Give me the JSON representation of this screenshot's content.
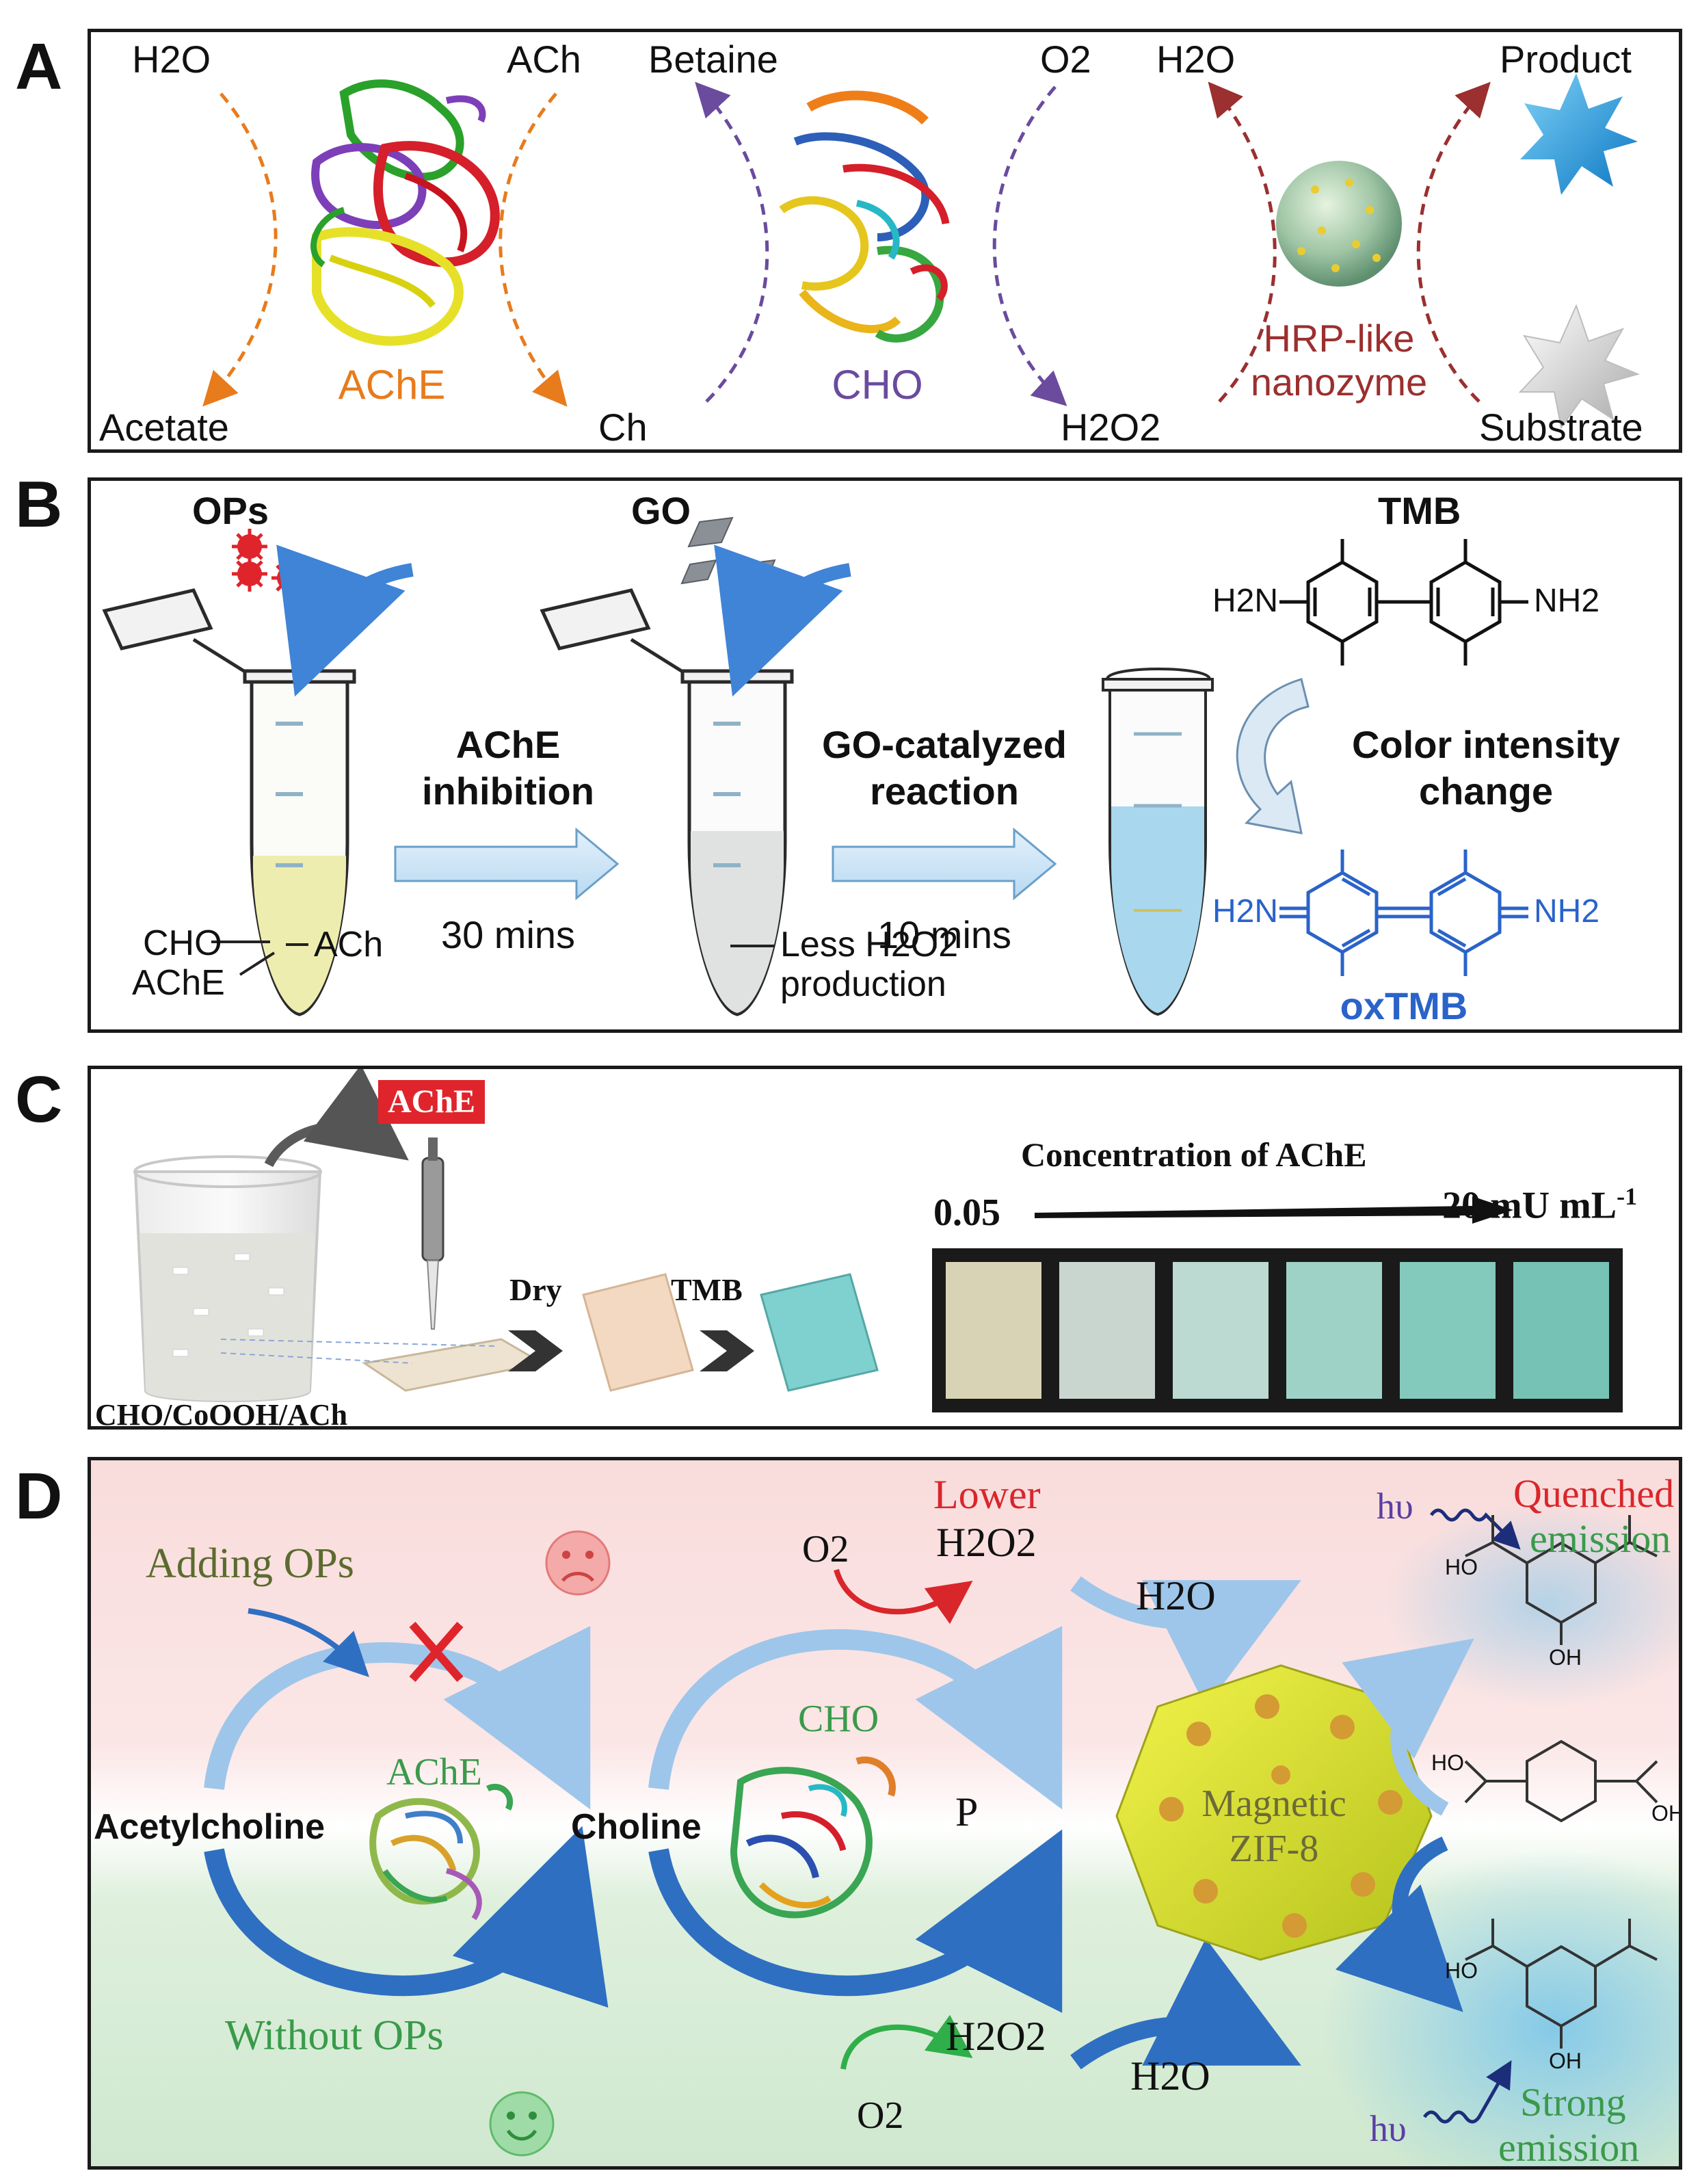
{
  "panels": {
    "a": {
      "letter": "A",
      "ache": {
        "left_top": "H2O",
        "right_top": "ACh",
        "left_bottom": "Acetate",
        "right_bottom": "Ch",
        "enzyme": "AChE"
      },
      "cho": {
        "left_top": "Betaine",
        "right_top": "O2",
        "right_bottom": "H2O2",
        "enzyme": "CHO"
      },
      "hrp": {
        "left_top": "H2O",
        "right_top": "Product",
        "right_bottom": "Substrate",
        "label_line1": "HRP-like",
        "label_line2": "nanozyme"
      }
    },
    "b": {
      "letter": "B",
      "ops": "OPs",
      "go": "GO",
      "tmb": "TMB",
      "tmb_left_group": "H2N",
      "tmb_right_group": "NH2",
      "oxtmb_left_group": "H2N",
      "oxtmb_right_group": "NH2",
      "oxtmb": "oxTMB",
      "step1_line1": "AChE",
      "step1_line2": "inhibition",
      "step1_time": "30 mins",
      "step2_line1": "GO-catalyzed",
      "step2_line2": "reaction",
      "step2_time": "10 mins",
      "color_line1": "Color intensity",
      "color_line2": "change",
      "tube1_cho": "CHO",
      "tube1_ach": "ACh",
      "tube1_ache": "AChE",
      "tube2_line1": "Less H2O2",
      "tube2_line2": "production"
    },
    "c": {
      "letter": "C",
      "ache_tag": "AChE",
      "dry": "Dry",
      "tmb": "TMB",
      "beaker_label": "CHO/CoOOH/ACh",
      "concentration_title": "Concentration of AChE",
      "conc_low": "0.05",
      "conc_high": "20 mU mL",
      "conc_high_sup": "-1",
      "swatch_colors": [
        "#d8d3b4",
        "#c9d6d0",
        "#bcd9d2",
        "#9fd2c7",
        "#83c9bc",
        "#76c2b5"
      ]
    },
    "d": {
      "letter": "D",
      "adding_ops": "Adding OPs",
      "without_ops": "Without OPs",
      "acetylcholine": "Acetylcholine",
      "ache": "AChE",
      "choline": "Choline",
      "cho": "CHO",
      "p": "P",
      "o2_top": "O2",
      "lower": "Lower",
      "h2o2_top": "H2O2",
      "h2o_top": "H2O",
      "h2o2_bottom": "H2O2",
      "o2_bottom": "O2",
      "h2o_bottom": "H2O",
      "zif_line1": "Magnetic",
      "zif_line2": "ZIF-8",
      "hv_top": "hυ",
      "hv_bottom": "hυ",
      "quenched_line1": "Quenched",
      "quenched_line2": "emission",
      "strong_line1": "Strong",
      "strong_line2": "emission",
      "ho": "HO",
      "oh": "OH"
    }
  },
  "colors": {
    "orange": "#e87b1c",
    "purple": "#6a4b9e",
    "darkred": "#9c2f2f",
    "blue": "#2a63c9",
    "lightblue": "#a9cbe9",
    "red": "#d9262b",
    "green": "#3a9a4a",
    "olive": "#5c6b2e"
  }
}
